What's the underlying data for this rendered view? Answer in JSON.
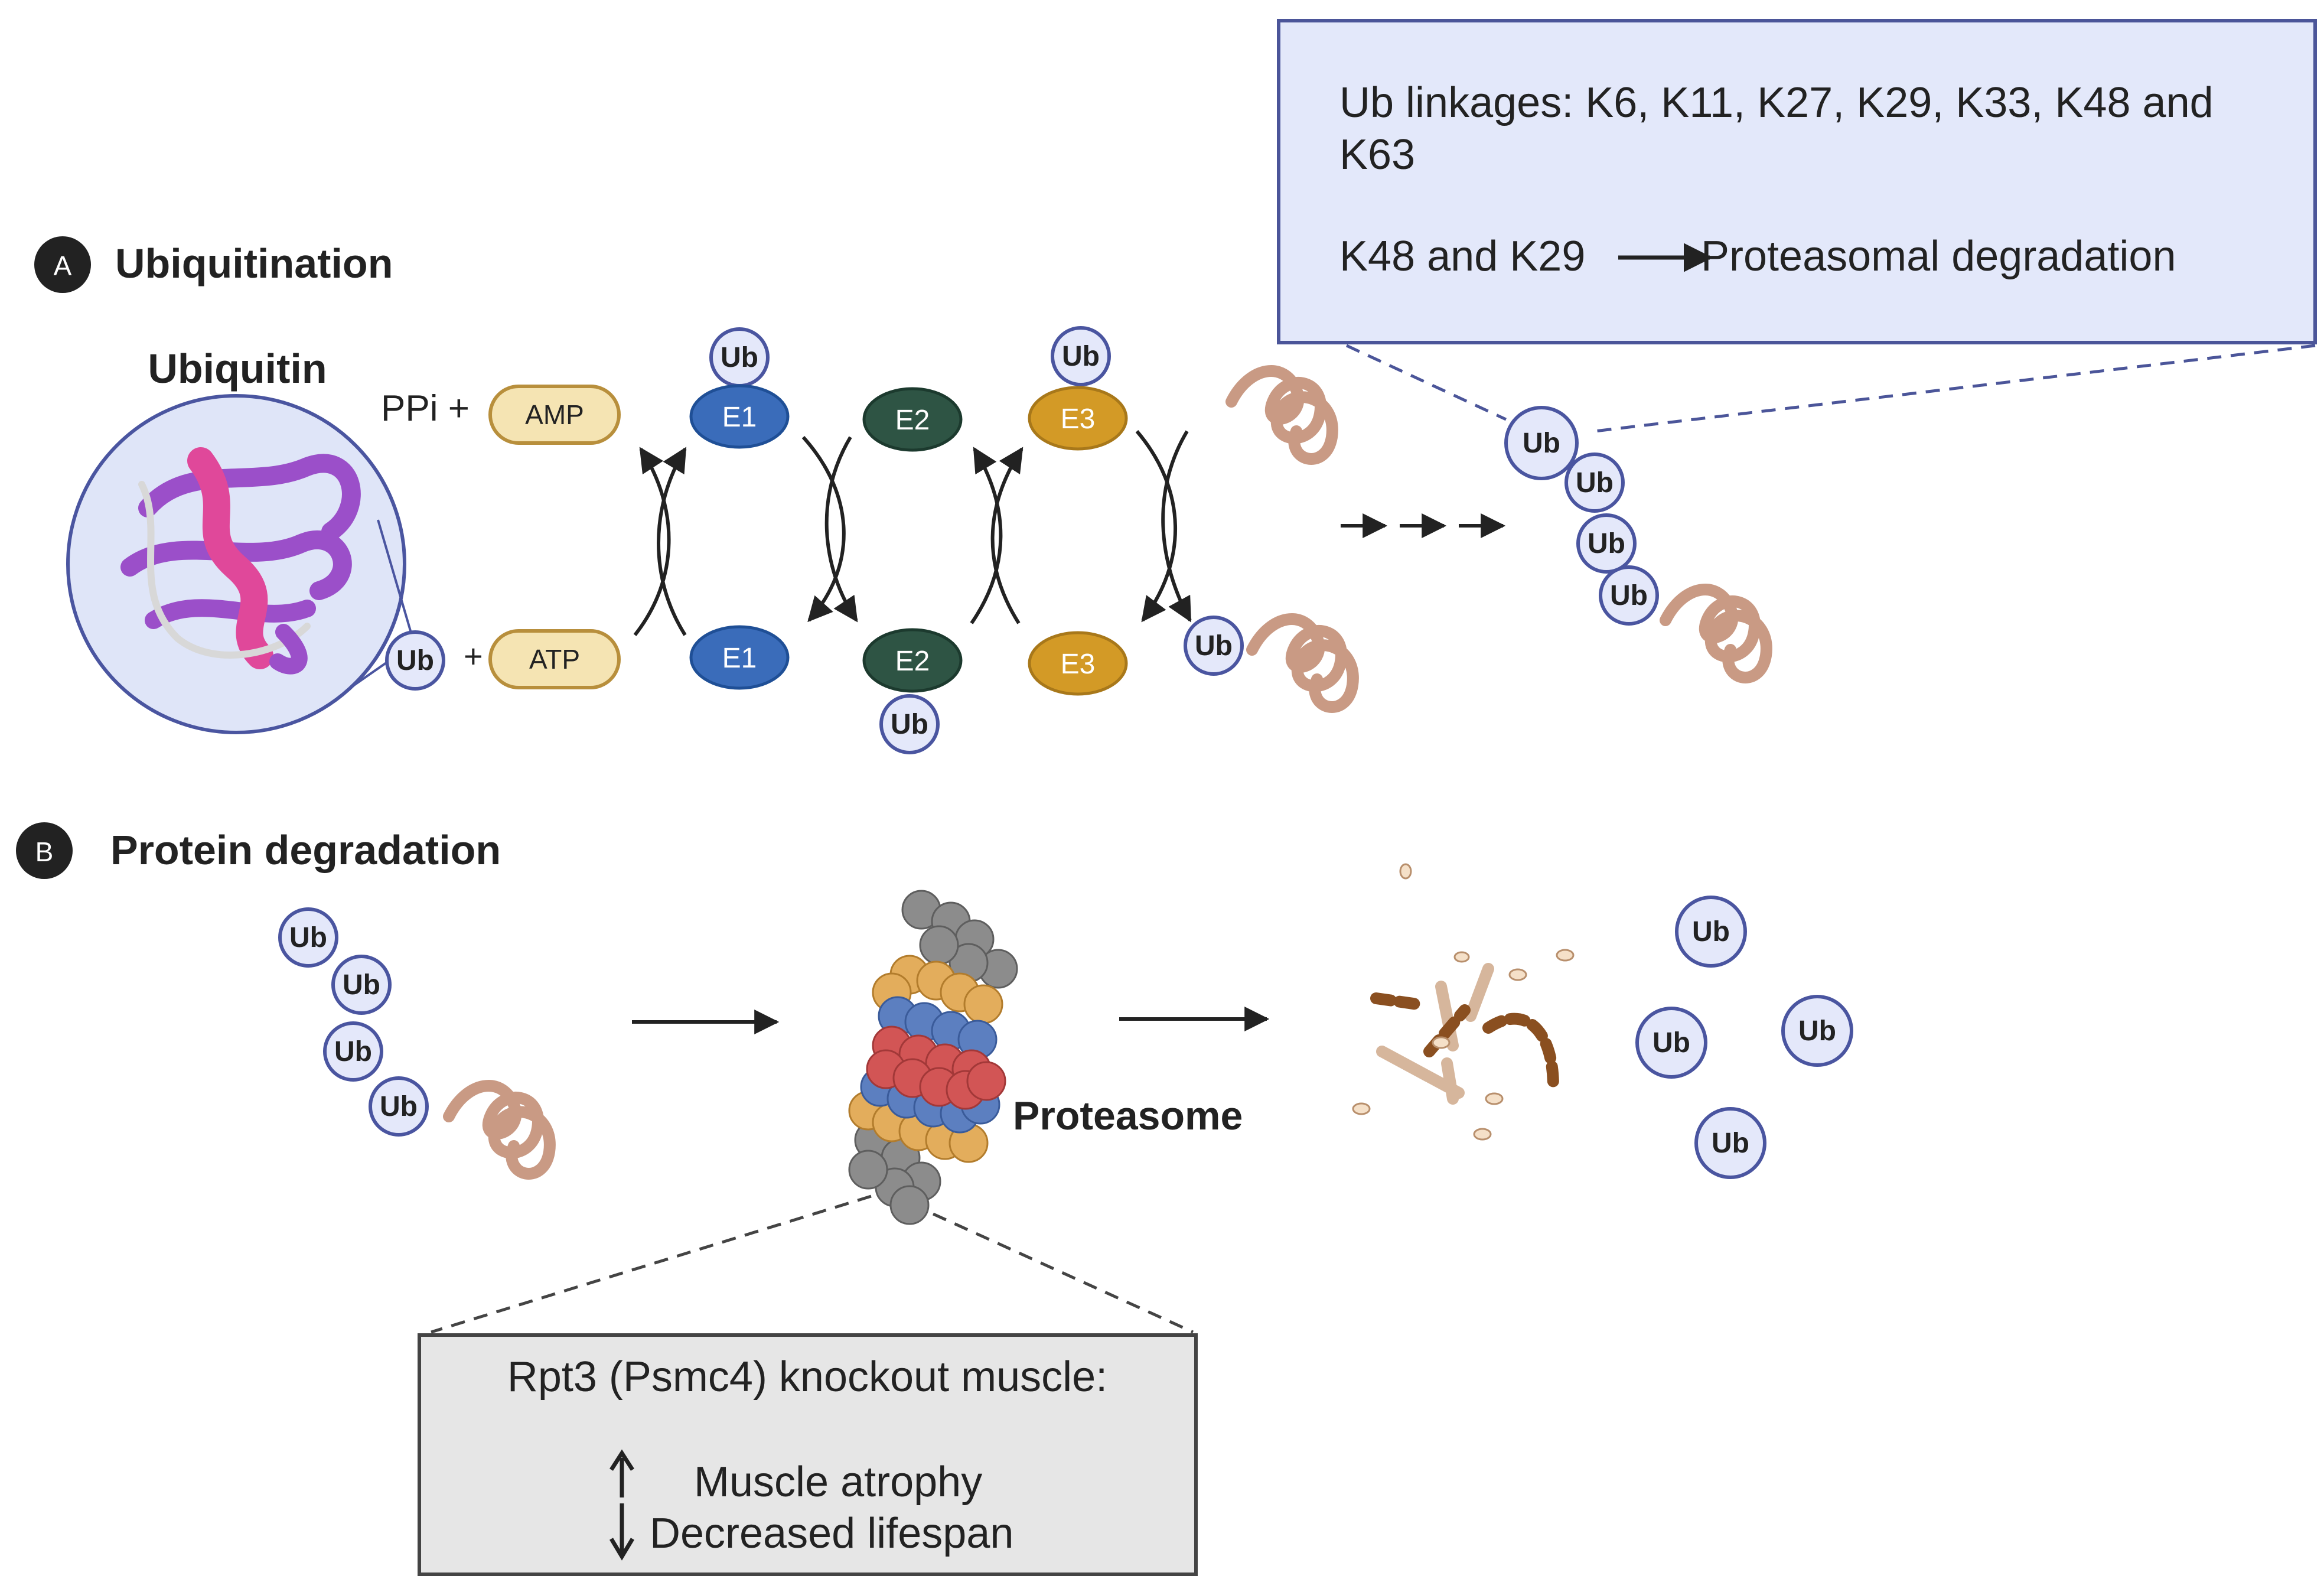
{
  "panel_a": {
    "letter": "A",
    "title": "Ubiquitination",
    "ubiquitin_label": "Ubiquitin",
    "ppi_label": "PPi +",
    "plus": "+",
    "amp": "AMP",
    "atp": "ATP",
    "e1": "E1",
    "e2": "E2",
    "e3": "E3",
    "ub": "Ub"
  },
  "info_box": {
    "line1": "Ub linkages: K6, K11, K27, K29, K33, K48 and",
    "line2": "K63",
    "k_pair": "K48 and K29",
    "outcome": "Proteasomal degradation"
  },
  "panel_b": {
    "letter": "B",
    "title": "Protein degradation",
    "proteasome_label": "Proteasome",
    "ub": "Ub"
  },
  "knockout_box": {
    "title": "Rpt3 (Psmc4) knockout muscle:",
    "item_up": "Muscle atrophy",
    "item_down": "Decreased lifespan"
  },
  "colors": {
    "ub_fill": "#e4e8fa",
    "ub_stroke": "#4a55a0",
    "e1": "#3a6cba",
    "e2": "#2e5444",
    "e3": "#d39a26",
    "nucleotide_fill": "#f5e4b3",
    "nucleotide_stroke": "#b88f3c",
    "protein": "#c99a84",
    "info_box_fill": "#e3e8fa",
    "info_box_stroke": "#4b5599",
    "knockout_box_fill": "#e6e6e6",
    "proteasome_gray": "#8c8c8c",
    "proteasome_orange": "#e3ad5c",
    "proteasome_blue": "#5c7fc0",
    "proteasome_red": "#d25555"
  }
}
